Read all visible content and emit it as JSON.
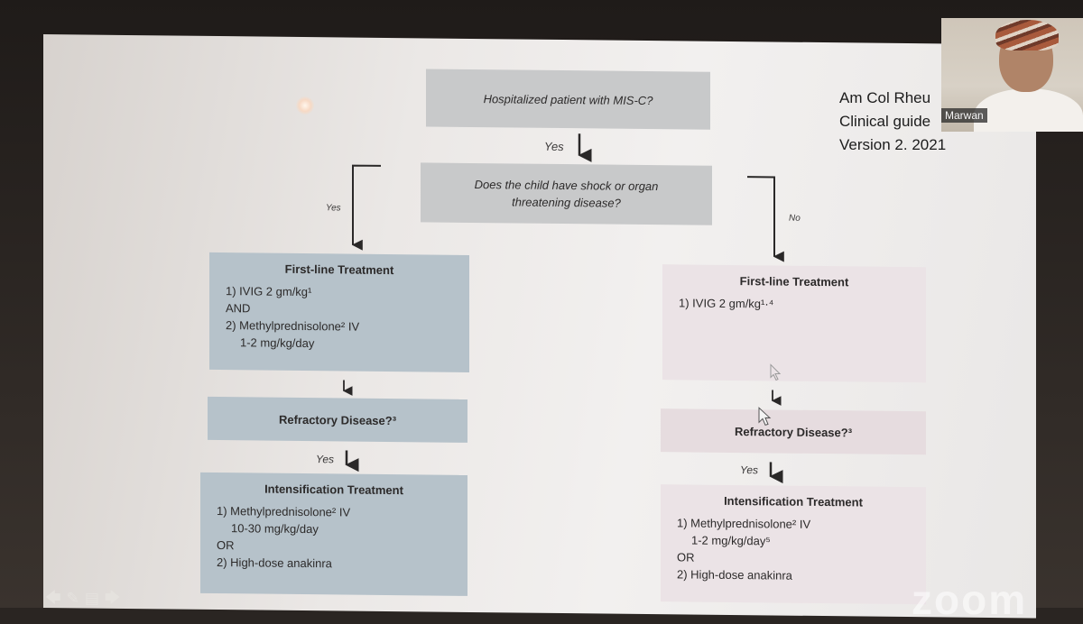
{
  "flow": {
    "start": "Hospitalized patient with MIS-C?",
    "question": "Does the child have shock or organ threatening disease?",
    "yes_top": "Yes",
    "yes_left": "Yes",
    "no_right": "No",
    "left": {
      "first_line": {
        "heading": "First-line Treatment",
        "lines": [
          "1) IVIG 2 gm/kg¹",
          "AND",
          "2) Methylprednisolone² IV",
          "1-2 mg/kg/day"
        ]
      },
      "refractory": "Refractory Disease?³",
      "yes": "Yes",
      "intensification": {
        "heading": "Intensification Treatment",
        "lines": [
          "1) Methylprednisolone² IV",
          "10-30 mg/kg/day",
          "OR",
          "2) High-dose anakinra"
        ]
      }
    },
    "right": {
      "first_line": {
        "heading": "First-line Treatment",
        "lines": [
          "1) IVIG 2 gm/kg¹·⁴"
        ]
      },
      "refractory": "Refractory Disease?³",
      "yes": "Yes",
      "intensification": {
        "heading": "Intensification Treatment",
        "lines": [
          "1) Methylprednisolone² IV",
          "1-2 mg/kg/day⁵",
          "OR",
          "2) High-dose anakinra"
        ]
      }
    }
  },
  "reference": {
    "line1": "Am Col Rheu",
    "line2": "Clinical guide",
    "line3": "Version 2.  2021"
  },
  "webcam": {
    "name": "Marwan"
  },
  "toolbar": {
    "back_icon": "🡄",
    "pen_icon": "✎",
    "notes_icon": "▤",
    "forward_icon": "🡆"
  },
  "app": {
    "logo_text": "zoom"
  }
}
